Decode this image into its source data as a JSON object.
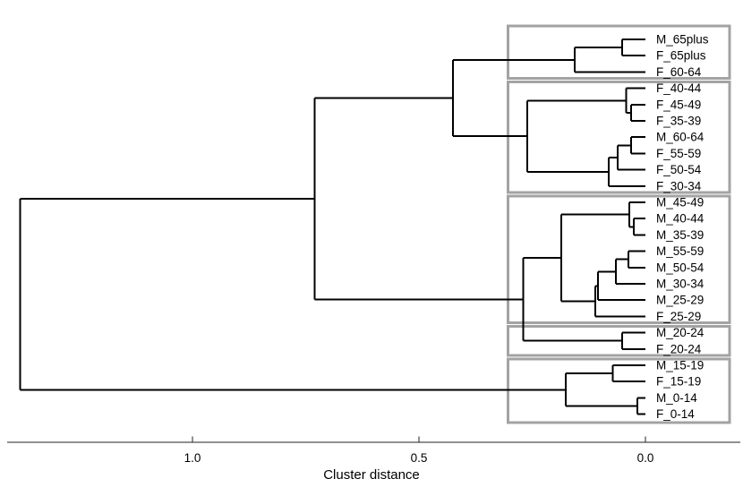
{
  "figure": {
    "background": "#ffffff",
    "line_color": "#000000",
    "box_color": "#a3a3a3",
    "text_color": "#000000",
    "axis_color": "#222222"
  },
  "axis": {
    "label": "Cluster distance",
    "ticks": [
      {
        "value": 1.0,
        "label": "1.0"
      },
      {
        "value": 0.5,
        "label": "0.5"
      },
      {
        "value": 0.0,
        "label": "0.0"
      }
    ]
  },
  "chart_data": {
    "type": "dendrogram",
    "orientation": "horizontal-root-left",
    "title": "",
    "xlabel": "Cluster distance",
    "xlim": [
      1.41,
      -0.21
    ],
    "axis_ticks": [
      1.0,
      0.5,
      0.0
    ],
    "grid": false,
    "leaf_order": [
      "M_65plus",
      "F_65plus",
      "F_60-64",
      "F_40-44",
      "F_45-49",
      "F_35-39",
      "M_60-64",
      "F_55-59",
      "F_50-54",
      "F_30-34",
      "M_45-49",
      "M_40-44",
      "M_35-39",
      "M_55-59",
      "M_50-54",
      "M_30-34",
      "M_25-29",
      "F_25-29",
      "M_20-24",
      "F_20-24",
      "M_15-19",
      "F_15-19",
      "M_0-14",
      "F_0-14"
    ],
    "tree": {
      "h": 1.38,
      "children": [
        {
          "h": 0.73,
          "children": [
            {
              "h": 0.425,
              "children": [
                {
                  "h": 0.156,
                  "children": [
                    {
                      "h": 0.051,
                      "children": [
                        "M_65plus",
                        "F_65plus"
                      ]
                    },
                    "F_60-64"
                  ]
                },
                {
                  "h": 0.261,
                  "children": [
                    {
                      "h": 0.042,
                      "children": [
                        "F_40-44",
                        {
                          "h": 0.032,
                          "children": [
                            "F_45-49",
                            "F_35-39"
                          ]
                        }
                      ]
                    },
                    {
                      "h": 0.081,
                      "children": [
                        {
                          "h": 0.061,
                          "children": [
                            {
                              "h": 0.032,
                              "children": [
                                "M_60-64",
                                "F_55-59"
                              ]
                            },
                            "F_50-54"
                          ]
                        },
                        "F_30-34"
                      ]
                    }
                  ]
                }
              ]
            },
            {
              "h": 0.27,
              "children": [
                {
                  "h": 0.186,
                  "children": [
                    {
                      "h": 0.036,
                      "children": [
                        "M_45-49",
                        {
                          "h": 0.026,
                          "children": [
                            "M_40-44",
                            "M_35-39"
                          ]
                        }
                      ]
                    },
                    {
                      "h": 0.111,
                      "children": [
                        {
                          "h": 0.105,
                          "children": [
                            {
                              "h": 0.065,
                              "children": [
                                {
                                  "h": 0.038,
                                  "children": [
                                    "M_55-59",
                                    "M_50-54"
                                  ]
                                },
                                "M_30-34"
                              ]
                            },
                            "M_25-29"
                          ]
                        },
                        "F_25-29"
                      ]
                    }
                  ]
                },
                {
                  "h": 0.051,
                  "children": [
                    "M_20-24",
                    "F_20-24"
                  ]
                }
              ]
            }
          ]
        },
        {
          "h": 0.176,
          "children": [
            {
              "h": 0.072,
              "children": [
                "M_15-19",
                "F_15-19"
              ]
            },
            {
              "h": 0.018,
              "children": [
                "M_0-14",
                "F_0-14"
              ]
            }
          ]
        }
      ]
    },
    "cluster_boxes": [
      {
        "leaves": [
          "M_65plus",
          "F_65plus",
          "F_60-64"
        ]
      },
      {
        "leaves": [
          "F_40-44",
          "F_45-49",
          "F_35-39",
          "M_60-64",
          "F_55-59",
          "F_50-54",
          "F_30-34"
        ]
      },
      {
        "leaves": [
          "M_45-49",
          "M_40-44",
          "M_35-39",
          "M_55-59",
          "M_50-54",
          "M_30-34",
          "M_25-29",
          "F_25-29"
        ]
      },
      {
        "leaves": [
          "M_20-24",
          "F_20-24"
        ]
      },
      {
        "leaves": [
          "M_15-19",
          "F_15-19",
          "M_0-14",
          "F_0-14"
        ]
      }
    ]
  }
}
